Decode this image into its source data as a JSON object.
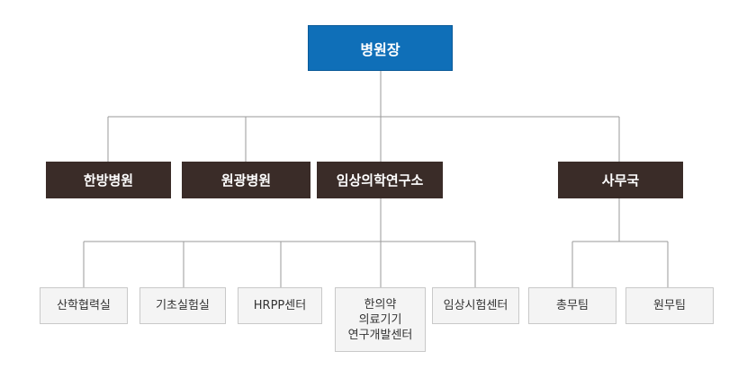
{
  "colors": {
    "root": "#0f6fb8",
    "level2": "#3a2c28",
    "level3": "#f4f4f4",
    "connector": "#9a9a9a"
  },
  "root": {
    "label": "병원장"
  },
  "divisions": [
    {
      "label": "한방병원"
    },
    {
      "label": "원광병원"
    },
    {
      "label": "임상의학연구소"
    },
    {
      "label": "사무국"
    }
  ],
  "research_units": [
    {
      "label": "산학협력실"
    },
    {
      "label": "기초실험실"
    },
    {
      "label": "HRPP센터"
    },
    {
      "label": "한의약\n의료기기\n연구개발센터"
    },
    {
      "label": "임상시험센터"
    }
  ],
  "admin_units": [
    {
      "label": "총무팀"
    },
    {
      "label": "원무팀"
    }
  ]
}
